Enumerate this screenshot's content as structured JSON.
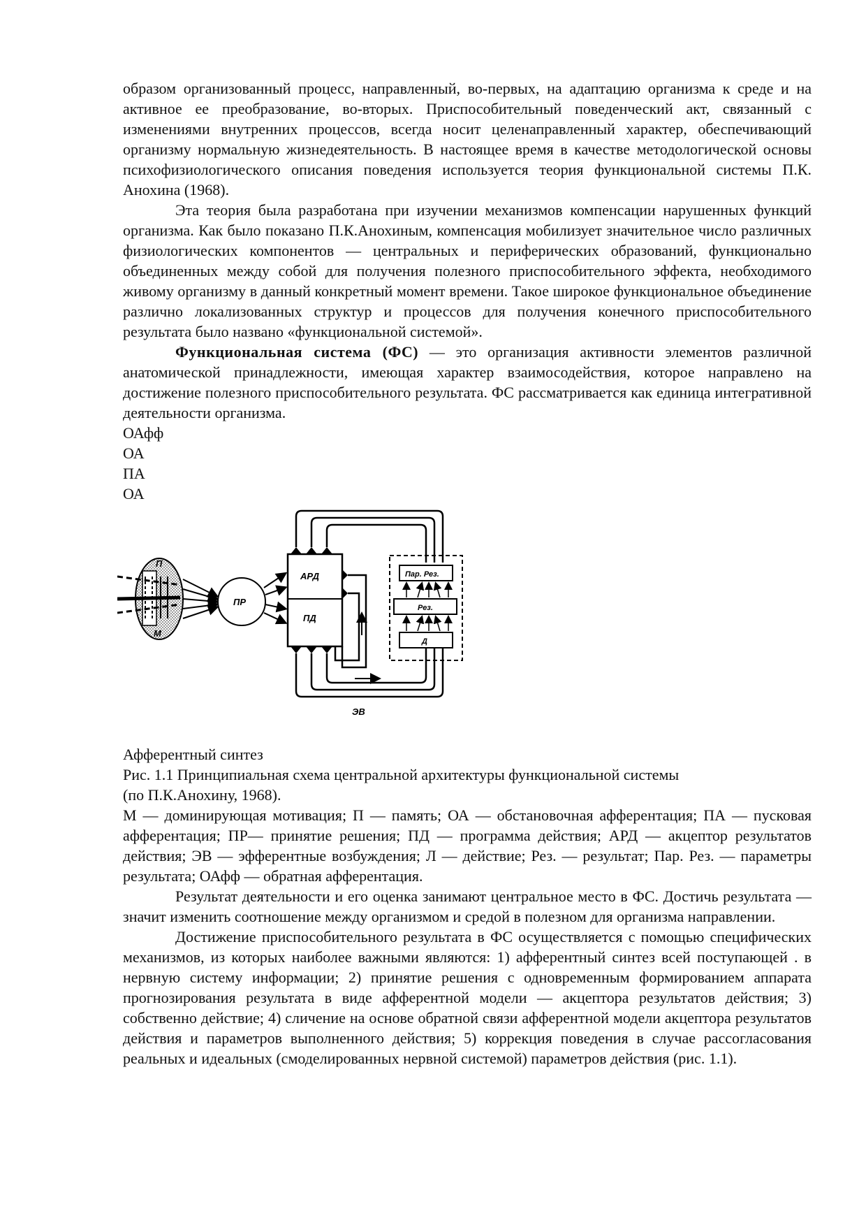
{
  "paragraphs": {
    "p1": "образом организованный процесс, направленный, во-первых, на адаптацию организма к среде и на активное ее преобразование, во-вторых. Приспособительный поведенческий акт, связанный с изменениями внутренних процессов, всегда носит целенаправленный характер, обеспечивающий организму нормальную жизнедеятельность. В настоящее время в качестве методологической основы психофизиологического описания поведения используется теория функциональной системы П.К. Анохина (1968).",
    "p2": "Эта теория была разработана при изучении механизмов компенсации нарушенных функций организма. Как было показано П.К.Анохиным, компенсация мобилизует значительное число различных физиологических компонентов — центральных и периферических образований, функционально объединенных между собой для получения полезного приспособительного эффекта, необходимого живому организму в данный конкретный момент времени. Такое широкое функциональное объединение различно локализованных структур и процессов для получения конечного приспособительного результата было названо «функциональной системой».",
    "p3_bold": "Функциональная система (ФС)",
    "p3_rest": " — это организация активности элементов различной анатомической принадлежности, имеющая характер взаимосодействия, которое направлено на достижение полезного приспособительного результата. ФС рассматривается как единица интегративной деятельности организма.",
    "p4": "Результат деятельности и его оценка занимают центральное место в ФС. Достичь результата — значит изменить соотношение между организмом и средой в полезном для организма направлении.",
    "p5": "Достижение приспособительного результата в ФС осуществляется с помощью специфических механизмов, из которых наиболее важными являются: 1) афферентный синтез всей поступающей . в нервную систему информации; 2) принятие решения с одновременным формированием аппарата прогнозирования результата в виде афферентной модели — акцептора результатов действия; 3) собственно действие; 4) сличение на основе обратной связи афферентной модели акцептора результатов действия и параметров выполненного действия; 5) коррекция поведения в случае рассогласования реальных и идеальных (смоделированных нервной системой) параметров действия (рис. 1.1)."
  },
  "pre_figure_labels": [
    "ОАфф",
    "ОА",
    "ПА",
    "ОА"
  ],
  "figure": {
    "labels": {
      "memory": "П",
      "motivation": "М",
      "decision": "ПР",
      "acceptor": "АРД",
      "program": "ПД",
      "result_params": "Пар. Рез.",
      "result": "Рез.",
      "action": "Д",
      "efferent": "ЭВ"
    }
  },
  "caption": {
    "subtitle": "Афферентный синтез",
    "title_line1": "Рис. 1.1 Принципиальная схема центральной архитектуры функциональной системы",
    "title_line2": "(по П.К.Анохину, 1968).",
    "legend": "М — доминирующая мотивация; П — память; ОА — обстановочная афферентация; ПА — пусковая афферентация; ПР— принятие решения; ПД — программа действия; АРД — акцептор результатов действия; ЭВ — эфферентные возбуждения; Л — действие; Рез. — результат; Пар. Рез. — параметры результата; ОАфф — обратная афферентация."
  }
}
